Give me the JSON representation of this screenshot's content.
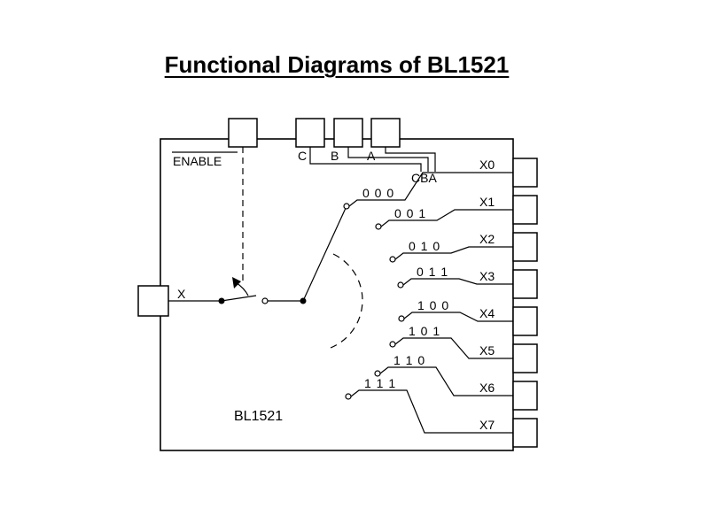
{
  "title": "Functional Diagrams of BL1521",
  "chip_label": "BL1521",
  "enable_label": "ENABLE",
  "input_label": "X",
  "address_pins": [
    "C",
    "B",
    "A"
  ],
  "address_header": "CBA",
  "outputs": [
    {
      "label": "X0",
      "code": "0 0 0"
    },
    {
      "label": "X1",
      "code": "0 0 1"
    },
    {
      "label": "X2",
      "code": "0 1 0"
    },
    {
      "label": "X3",
      "code": "0 1 1"
    },
    {
      "label": "X4",
      "code": "1 0 0"
    },
    {
      "label": "X5",
      "code": "1 0 1"
    },
    {
      "label": "X6",
      "code": "1 1 0"
    },
    {
      "label": "X7",
      "code": "1 1 1"
    }
  ]
}
